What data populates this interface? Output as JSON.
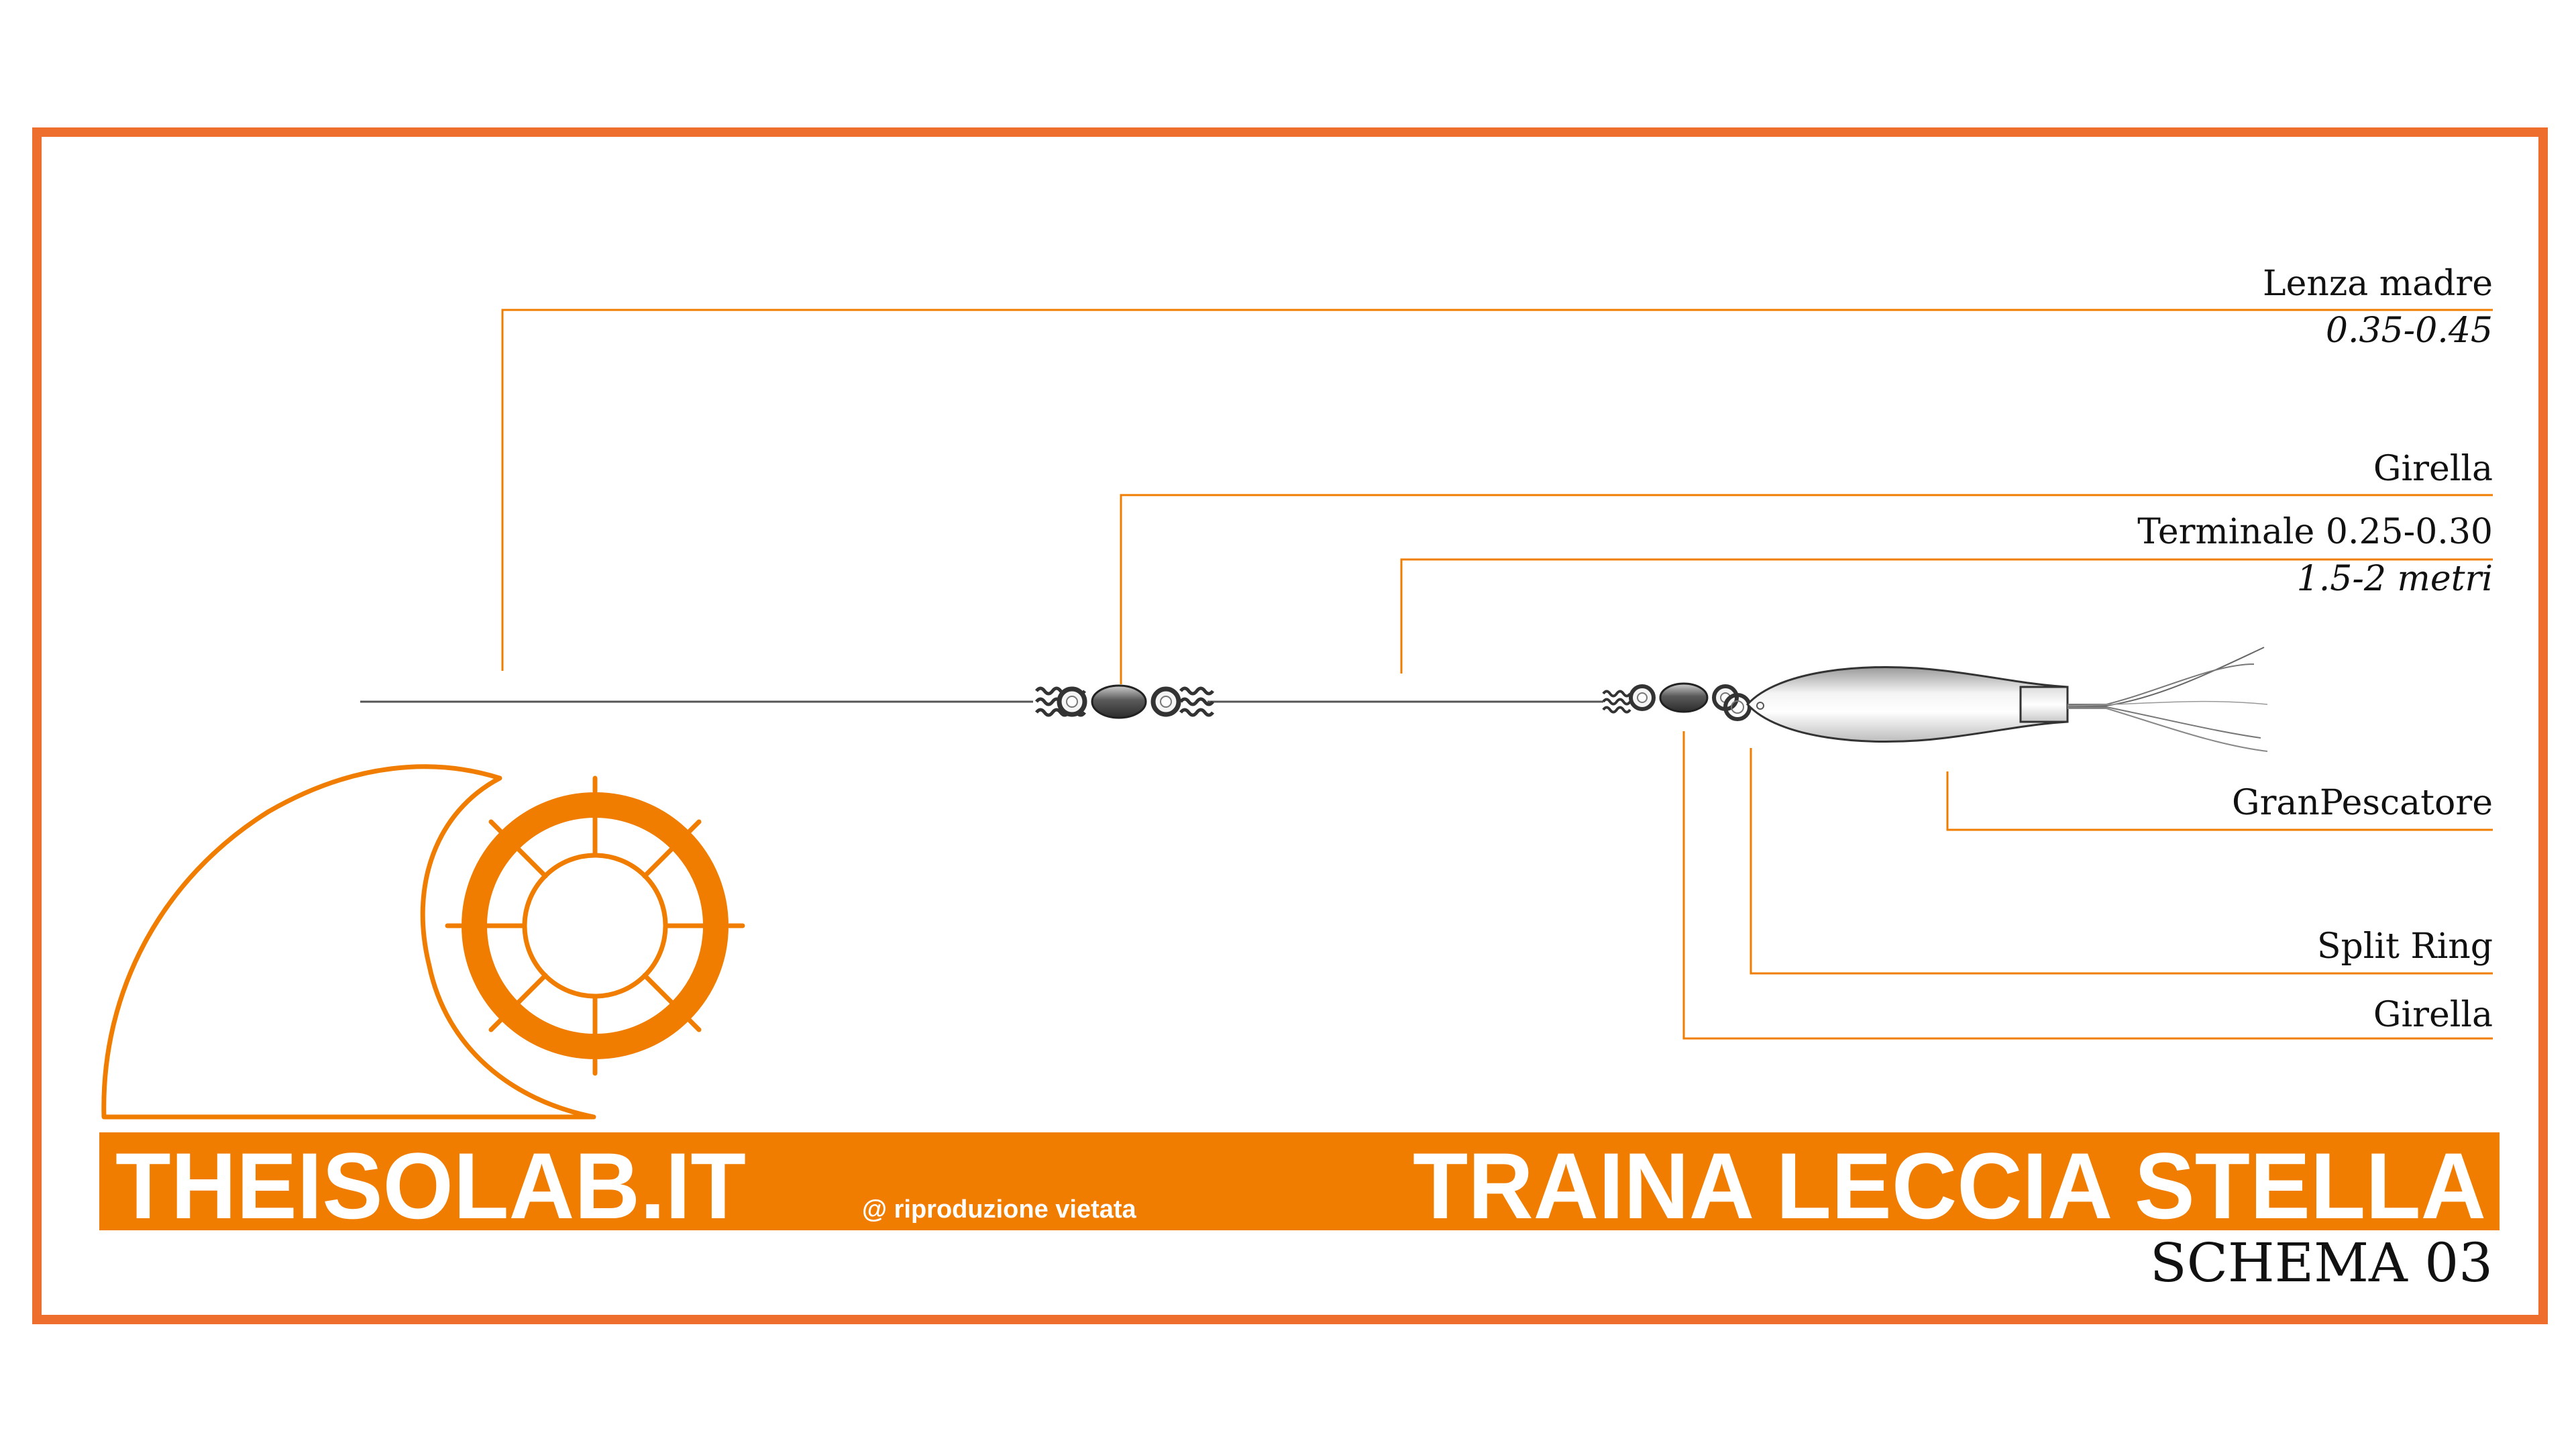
{
  "colors": {
    "accent": "#f07d00",
    "frame": "#ee6f2d",
    "line": "#555555",
    "text": "#111111",
    "white": "#ffffff"
  },
  "callouts": {
    "lenza_madre": {
      "label": "Lenza madre",
      "sub": "0.35-0.45"
    },
    "girella_top": {
      "label": "Girella"
    },
    "terminale": {
      "label": "Terminale 0.25-0.30",
      "sub": "1.5-2 metri"
    },
    "granpescatore": {
      "label": "GranPescatore"
    },
    "split_ring": {
      "label": "Split Ring"
    },
    "girella_bottom": {
      "label": "Girella"
    }
  },
  "banner": {
    "site": "THEISOLAB.IT",
    "notice": "@ riproduzione vietata",
    "title": "TRAINA LECCIA STELLA"
  },
  "schema": "SCHEMA 03",
  "icons": {
    "logo": "wave-and-ship-wheel-logo",
    "swivel": "barrel-swivel-icon",
    "split_ring": "split-ring-icon",
    "lure": "granpescatore-lure-icon"
  }
}
